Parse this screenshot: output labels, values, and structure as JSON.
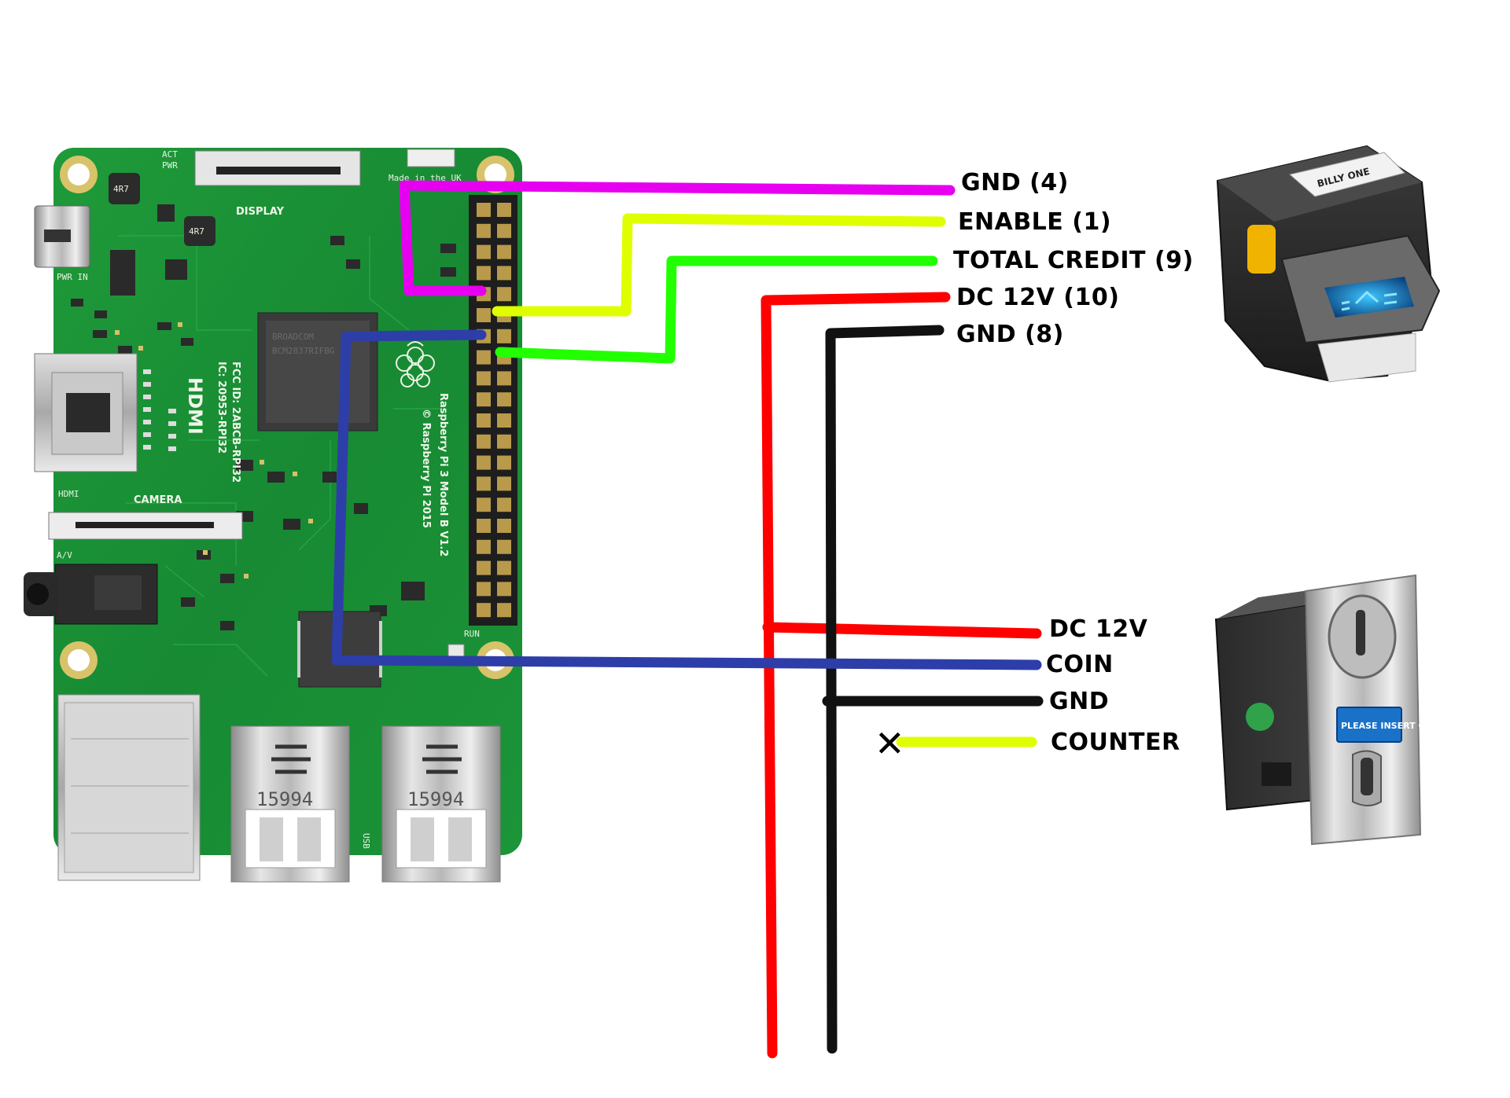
{
  "board": {
    "silkscreen": {
      "display": "DISPLAY",
      "camera": "CAMERA",
      "hdmi_small": "HDMI",
      "hdmi_big": "HDMI",
      "pwr_in": "PWR IN",
      "av": "A/V",
      "run": "RUN",
      "made_in": "Made in the UK",
      "model": "Raspberry Pi 3 Model B V1.2",
      "copyright": "© Raspberry Pi 2015",
      "fcc": "FCC ID: 2ABCB-RPI32",
      "ic": "IC: 20953-RPI32",
      "usb": "USB",
      "ind_4r7": "4R7",
      "act": "ACT",
      "pwr": "PWR",
      "soc_brand": "BROADCOM",
      "soc_part": "BCM2837RIFBG",
      "usb_port_1": "15994",
      "usb_port_2": "15994"
    }
  },
  "bill_acceptor": {
    "label": "BILLY ONE"
  },
  "coin_acceptor": {
    "plate_text": "PLEASE INSERT COIN"
  },
  "wires": {
    "bill": [
      {
        "id": "gnd4",
        "label": "GND (4)",
        "color": "#e600ef"
      },
      {
        "id": "enable",
        "label": "ENABLE (1)",
        "color": "#dfff00"
      },
      {
        "id": "total_credit",
        "label": "TOTAL CREDIT (9)",
        "color": "#22ff00"
      },
      {
        "id": "dc12v_10",
        "label": "DC 12V (10)",
        "color": "#ff0000"
      },
      {
        "id": "gnd8",
        "label": "GND (8)",
        "color": "#111111"
      }
    ],
    "coin": [
      {
        "id": "dc12v",
        "label": "DC 12V",
        "color": "#ff0000"
      },
      {
        "id": "coin",
        "label": "COIN",
        "color": "#2d3ea8"
      },
      {
        "id": "gnd",
        "label": "GND",
        "color": "#111111"
      },
      {
        "id": "counter",
        "label": "COUNTER",
        "color": "#dfff00",
        "terminated": "✕"
      }
    ]
  }
}
